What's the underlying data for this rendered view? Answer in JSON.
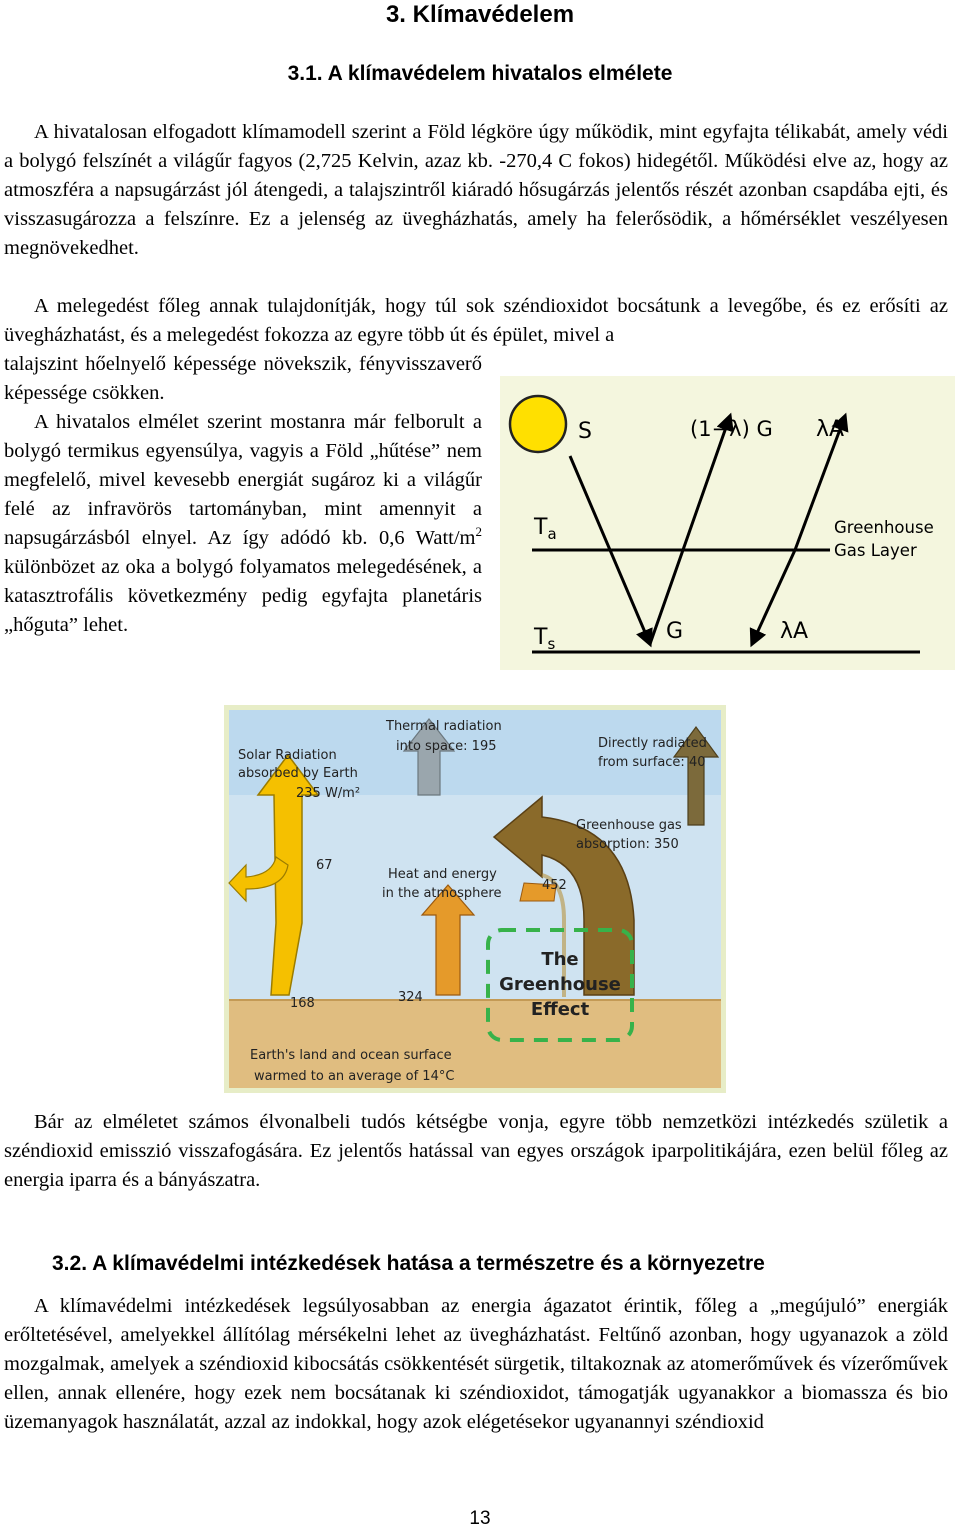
{
  "heading": "3. Klímavédelem",
  "section1": {
    "title": "3.1. A klímavédelem hivatalos elmélete",
    "p1": "A hivatalosan elfogadott klímamodell szerint a Föld légköre úgy működik, mint egyfajta télikabát, amely védi a bolygó felszínét a világűr fagyos (2,725 Kelvin, azaz kb. -270,4 C fokos) hidegétől. Működési elve az, hogy az atmoszféra a napsugárzást jól átengedi, a talajszintről kiáradó hősugárzás jelentős részét azonban csapdába ejti, és visszasugározza a felszínre. Ez a jelenség az üvegházhatás, amely ha felerősödik, a hőmérséklet veszélyesen megnövekedhet.",
    "p2_full": "A melegedést főleg annak tulajdonítják, hogy túl sok széndioxidot bocsátunk a levegőbe, és ez erősíti az üvegházhatást, és a melegedést fokozza az egyre több út és épület, mivel a",
    "p2_narrow": "talajszint hőelnyelő képessége növekszik, fényvisszaverő képessége csökken.",
    "p3_before_sup": "A hivatalos elmélet szerint mostanra már felborult a bolygó termikus egyensúlya, vagyis a Föld „hűtése” nem megfelelő, mivel kevesebb energiát sugároz ki a világűr felé az infravörös tartományban, mint amennyit a napsugárzásból elnyel. Az így adódó kb. 0,6 Watt/m",
    "p3_sup": "2",
    "p3_after_sup": " különbözet az oka a bolygó folyamatos melegedésének, a katasztrofális következmény pedig egyfajta planetáris „hőguta” lehet.",
    "p4": "Bár az elméletet számos élvonalbeli tudós kétségbe vonja, egyre több nemzetközi intézkedés születik a széndioxid emisszió visszafogására. Ez jelentős hatással van egyes országok iparpolitikájára, ezen belül főleg az energia iparra és a bányászatra."
  },
  "figure1": {
    "label_s": "S",
    "label_g_up": "(1−λ) G",
    "label_la_up": "λA",
    "label_ta": "T",
    "label_ta_sub": "a",
    "label_ts": "T",
    "label_ts_sub": "s",
    "label_g_down": "G",
    "label_la_down": "λA",
    "layer_line1": "Greenhouse",
    "layer_line2": "Gas Layer",
    "colors": {
      "sun": "#ffe000",
      "background": "#f4f6de",
      "arrow": "#000000"
    }
  },
  "figure2": {
    "solar_line1": "Solar Radiation",
    "solar_line2": "absorbed by Earth",
    "solar_line3": "235 W/m²",
    "thermal_line1": "Thermal radiation",
    "thermal_line2": "into space: 195",
    "direct_line1": "Directly radiated",
    "direct_line2": "from surface: 40",
    "ghg_line1": "Greenhouse gas",
    "ghg_line2": "absorption: 350",
    "heat_line1": "Heat and energy",
    "heat_line2": "in the atmosphere",
    "val_67": "67",
    "val_452": "452",
    "val_168": "168",
    "val_324": "324",
    "effect_line1": "The",
    "effect_line2": "Greenhouse",
    "effect_line3": "Effect",
    "surface_line1": "Earth's land and ocean surface",
    "surface_line2": "warmed to an average of 14°C",
    "colors": {
      "sky": "#bcd9ee",
      "ground": "#e0bd80",
      "solar_arrow": "#f5c000",
      "brown_arrow": "#8a6a2a",
      "dashed_box": "#37b24a"
    }
  },
  "section2": {
    "title": "3.2. A klímavédelmi intézkedések hatása a természetre és a környezetre",
    "p1": "A klímavédelmi intézkedések legsúlyosabban az energia ágazatot érintik, főleg a „megújuló” energiák erőltetésével, amelyekkel állítólag mérsékelni lehet az üvegházhatást. Feltűnő azonban, hogy ugyanazok a zöld mozgalmak, amelyek a széndioxid kibocsátás csökkentését sürgetik, tiltakoznak az atomerőművek és vízerőművek ellen, annak ellenére, hogy ezek nem bocsátanak ki széndioxidot, támogatják ugyanakkor a biomassza és bio üzemanyagok használatát, azzal az indokkal, hogy azok elégetésekor ugyanannyi széndioxid"
  },
  "page_number": "13"
}
